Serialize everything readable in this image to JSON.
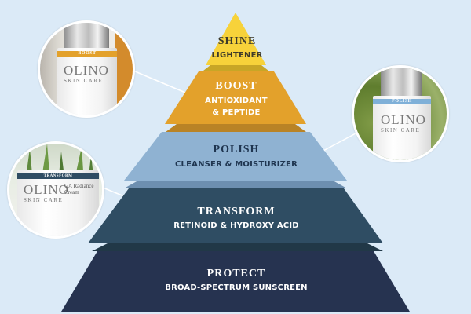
{
  "background_color": "#dbeaf7",
  "pyramid": {
    "tiers": [
      {
        "title": "SHINE",
        "subtitle": "LIGHTENER",
        "color": "#f7d23a",
        "text_color": "#3d3a2a"
      },
      {
        "title": "BOOST",
        "subtitle": "ANTIOXIDANT",
        "subtitle2": "& PEPTIDE",
        "color": "#e3a12b",
        "text_color": "#ffffff"
      },
      {
        "title": "POLISH",
        "subtitle": "CLEANSER & MOISTURIZER",
        "color": "#8fb2d2",
        "text_color": "#1f3550"
      },
      {
        "title": "TRANSFORM",
        "subtitle": "RETINOID & HYDROXY ACID",
        "color": "#2f4d63",
        "text_color": "#ffffff"
      },
      {
        "title": "PROTECT",
        "subtitle": "BROAD-SPECTRUM SUNSCREEN",
        "color": "#263350",
        "text_color": "#ffffff"
      }
    ]
  },
  "callouts": {
    "boost_product": {
      "band_label": "BOOST",
      "band_color": "#e3a12b",
      "brand": "OLINO",
      "brand_line": "SKIN CARE"
    },
    "polish_product": {
      "band_label": "POLISH",
      "band_color": "#7fb0d8",
      "brand": "OLINO",
      "brand_line": "SKIN CARE"
    },
    "transform_product": {
      "band_label": "TRANSFORM",
      "band_color": "#2f4d63",
      "brand": "OLINO",
      "brand_line": "SKIN CARE",
      "product_name": "GA Radiance",
      "product_name2": "Cream"
    }
  }
}
